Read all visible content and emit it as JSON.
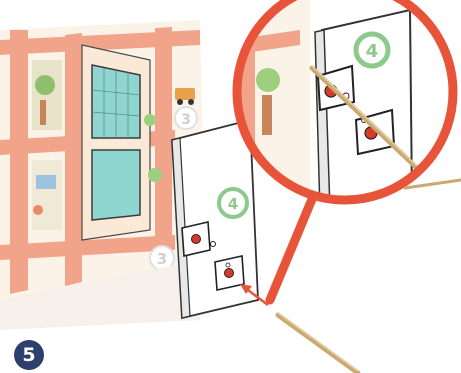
{
  "step": {
    "number": "5"
  },
  "panels": {
    "main_number": "4",
    "zoom_number": "4",
    "wall_number_a": "3",
    "wall_number_b": "3"
  },
  "colors": {
    "callout": "#e8543a",
    "badge": "#2e3f6e",
    "stick": "#c9a872",
    "frame": "#f1a48a",
    "window_glass": "#8fd6d0",
    "panel": "#ffffff",
    "number_ring": "#8cc98a",
    "hole": "#d63a2a"
  },
  "icons": {
    "badge": "circle-badge",
    "arrow": "insert-arrow",
    "callout": "zoom-circle",
    "stick": "wooden-stick"
  }
}
